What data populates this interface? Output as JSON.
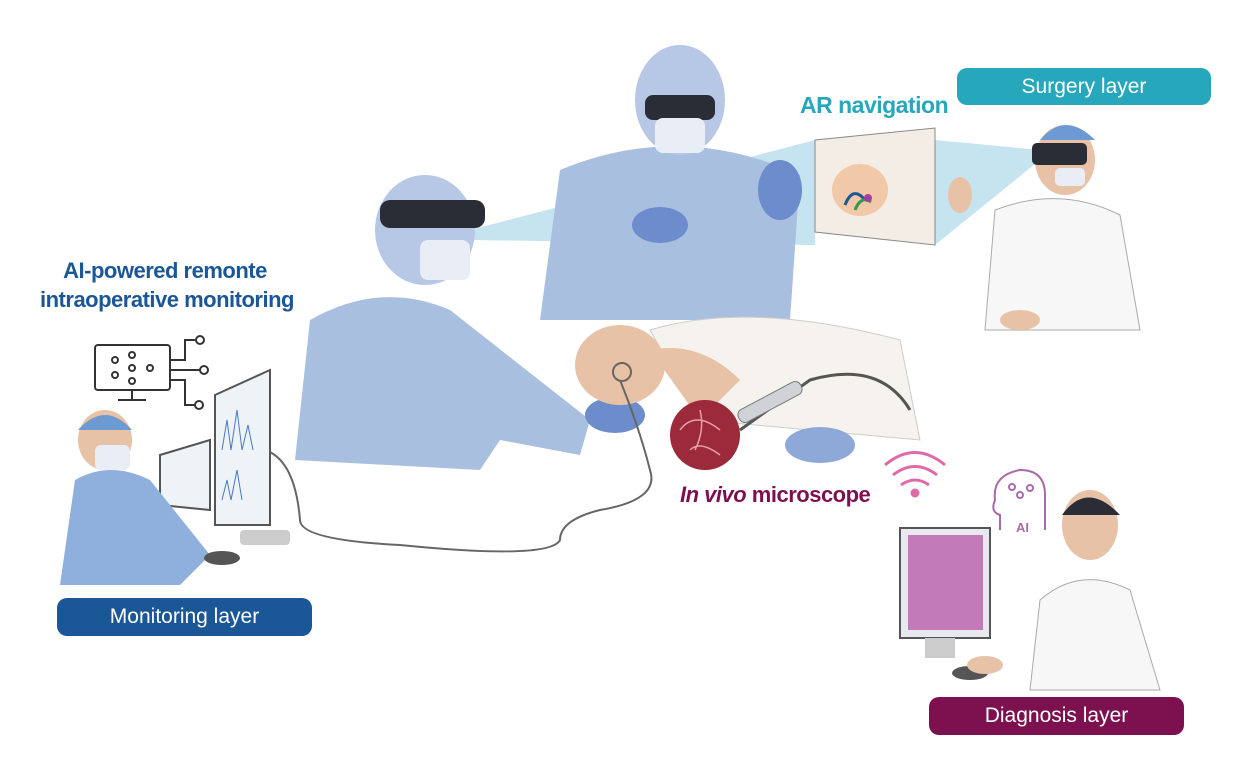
{
  "labels": {
    "monitoring_title_line1": "AI-powered remonte",
    "monitoring_title_line2": "intraoperative monitoring",
    "ar_navigation": "AR navigation",
    "in_vivo_italic": "In vivo",
    "in_vivo_rest": " microscope",
    "ai_badge": "AI"
  },
  "layers": {
    "monitoring": {
      "label": "Monitoring layer",
      "color": "#1b5697"
    },
    "surgery": {
      "label": "Surgery layer",
      "color": "#27a7bb"
    },
    "diagnosis": {
      "label": "Diagnosis layer",
      "color": "#7d1150"
    }
  }
}
